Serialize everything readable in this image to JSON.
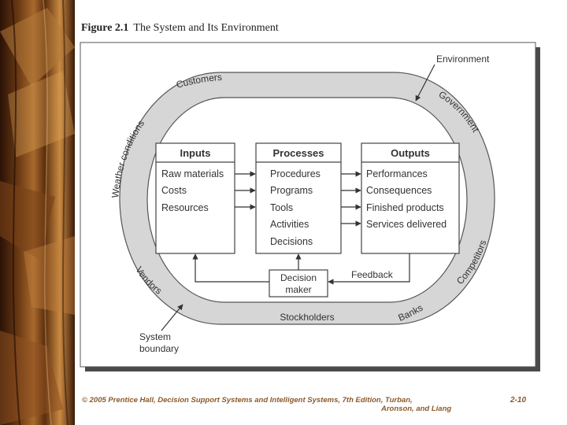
{
  "figure": {
    "label": "Figure 2.1",
    "title": "The System and Its Environment"
  },
  "environment_label": "Environment",
  "ring_labels": {
    "customers": "Customers",
    "government": "Government",
    "weather": "Weather conditions",
    "competitors": "Competitors",
    "vendors": "Vendors",
    "banks": "Banks",
    "stockholders": "Stockholders"
  },
  "boxes": {
    "inputs": {
      "title": "Inputs",
      "items": [
        "Raw materials",
        "Costs",
        "Resources"
      ]
    },
    "processes": {
      "title": "Processes",
      "items": [
        "Procedures",
        "Programs",
        "Tools",
        "Activities",
        "Decisions"
      ]
    },
    "outputs": {
      "title": "Outputs",
      "items": [
        "Performances",
        "Consequences",
        "Finished products",
        "Services delivered"
      ]
    }
  },
  "feedback_label": "Feedback",
  "decision_maker": {
    "line1": "Decision",
    "line2": "maker"
  },
  "system_boundary": {
    "line1": "System",
    "line2": "boundary"
  },
  "footer": {
    "line1": "© 2005  Prentice Hall, Decision Support Systems and Intelligent Systems, 7th Edition, Turban,",
    "line2": "Aronson, and Liang",
    "page": "2-10"
  }
}
